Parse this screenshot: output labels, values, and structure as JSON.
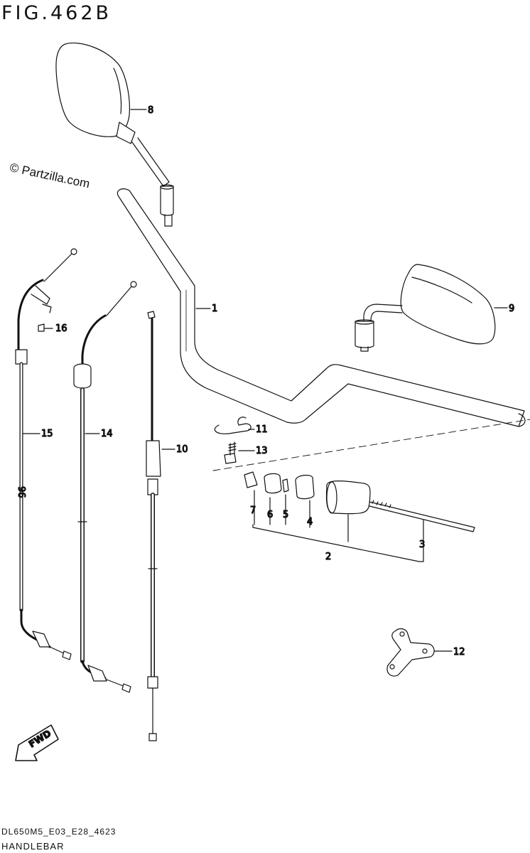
{
  "figure": {
    "title": "FIG.462B",
    "watermark": "© Partzilla.com",
    "footer_code": "DL650M5_E03_E28_4623",
    "footer_name": "HANDLEBAR",
    "fwd_label": "FWD"
  },
  "callouts": {
    "p1": "1",
    "p2": "2",
    "p3": "3",
    "p4": "4",
    "p5": "5",
    "p6": "6",
    "p7": "7",
    "p8": "8",
    "p9": "9",
    "p10": "10",
    "p11": "11",
    "p12": "12",
    "p13": "13",
    "p14": "14",
    "p15": "15",
    "p16": "16"
  }
}
